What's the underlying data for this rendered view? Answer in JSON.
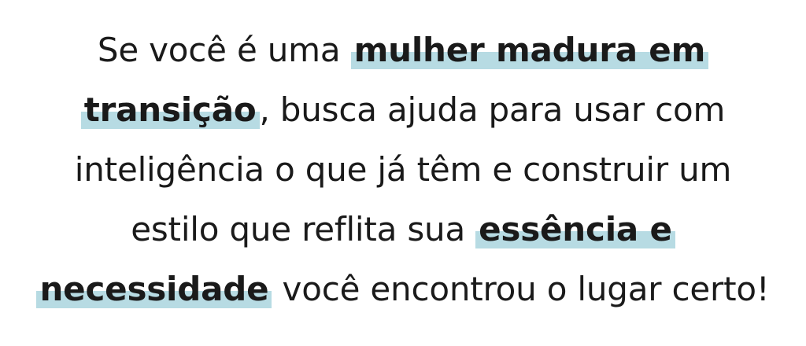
{
  "paragraph": {
    "line1": {
      "before": "Se você é uma ",
      "highlight": "mulher madura em"
    },
    "line2": {
      "highlight": "transição",
      "after": ", busca ajuda para usar com"
    },
    "line3": {
      "text": "inteligência o que já têm e construir um"
    },
    "line4": {
      "before": "estilo que reflita sua ",
      "highlight": "essência e"
    },
    "line5": {
      "highlight": "necessidade",
      "after": " você encontrou o lugar certo!"
    }
  },
  "colors": {
    "text": "#1a1a1a",
    "highlight": "#b7dbe3",
    "background": "#ffffff"
  }
}
